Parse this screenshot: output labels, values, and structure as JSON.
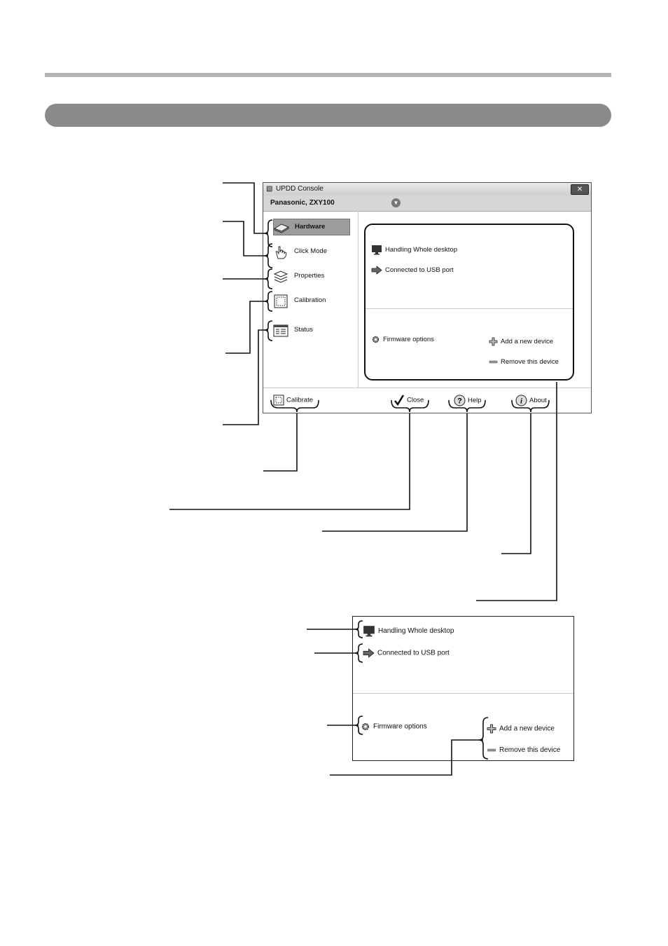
{
  "window": {
    "title": "UPDD Console",
    "device_name": "Panasonic, ZXY100",
    "icons": {
      "app": "updd-app-icon",
      "close": "close-icon",
      "device_dropdown": "chevron-down-circle-icon"
    }
  },
  "nav": {
    "items": [
      {
        "label": "Hardware",
        "icon": "hardware-icon",
        "selected": true
      },
      {
        "label": "Click Mode",
        "icon": "hand-pointer-icon",
        "selected": false
      },
      {
        "label": "Properties",
        "icon": "layers-icon",
        "selected": false
      },
      {
        "label": "Calibration",
        "icon": "calibration-icon",
        "selected": false
      },
      {
        "label": "Status",
        "icon": "status-list-icon",
        "selected": false
      }
    ]
  },
  "hardware_panel": {
    "handling": "Handling Whole desktop",
    "connection": "Connected to USB port",
    "firmware": "Firmware options",
    "add_device": "Add a new device",
    "remove_device": "Remove this device"
  },
  "footer": {
    "calibrate": "Calibrate",
    "close": "Close",
    "help": "Help",
    "about": "About"
  },
  "zoom_panel": {
    "handling": "Handling Whole desktop",
    "connection": "Connected to USB port",
    "firmware": "Firmware options",
    "add_device": "Add a new device",
    "remove_device": "Remove this device"
  },
  "colors": {
    "section_bar": "#8a8a8a",
    "top_rule": "#b4b4b4",
    "selected_item": "#9c9c9c"
  }
}
